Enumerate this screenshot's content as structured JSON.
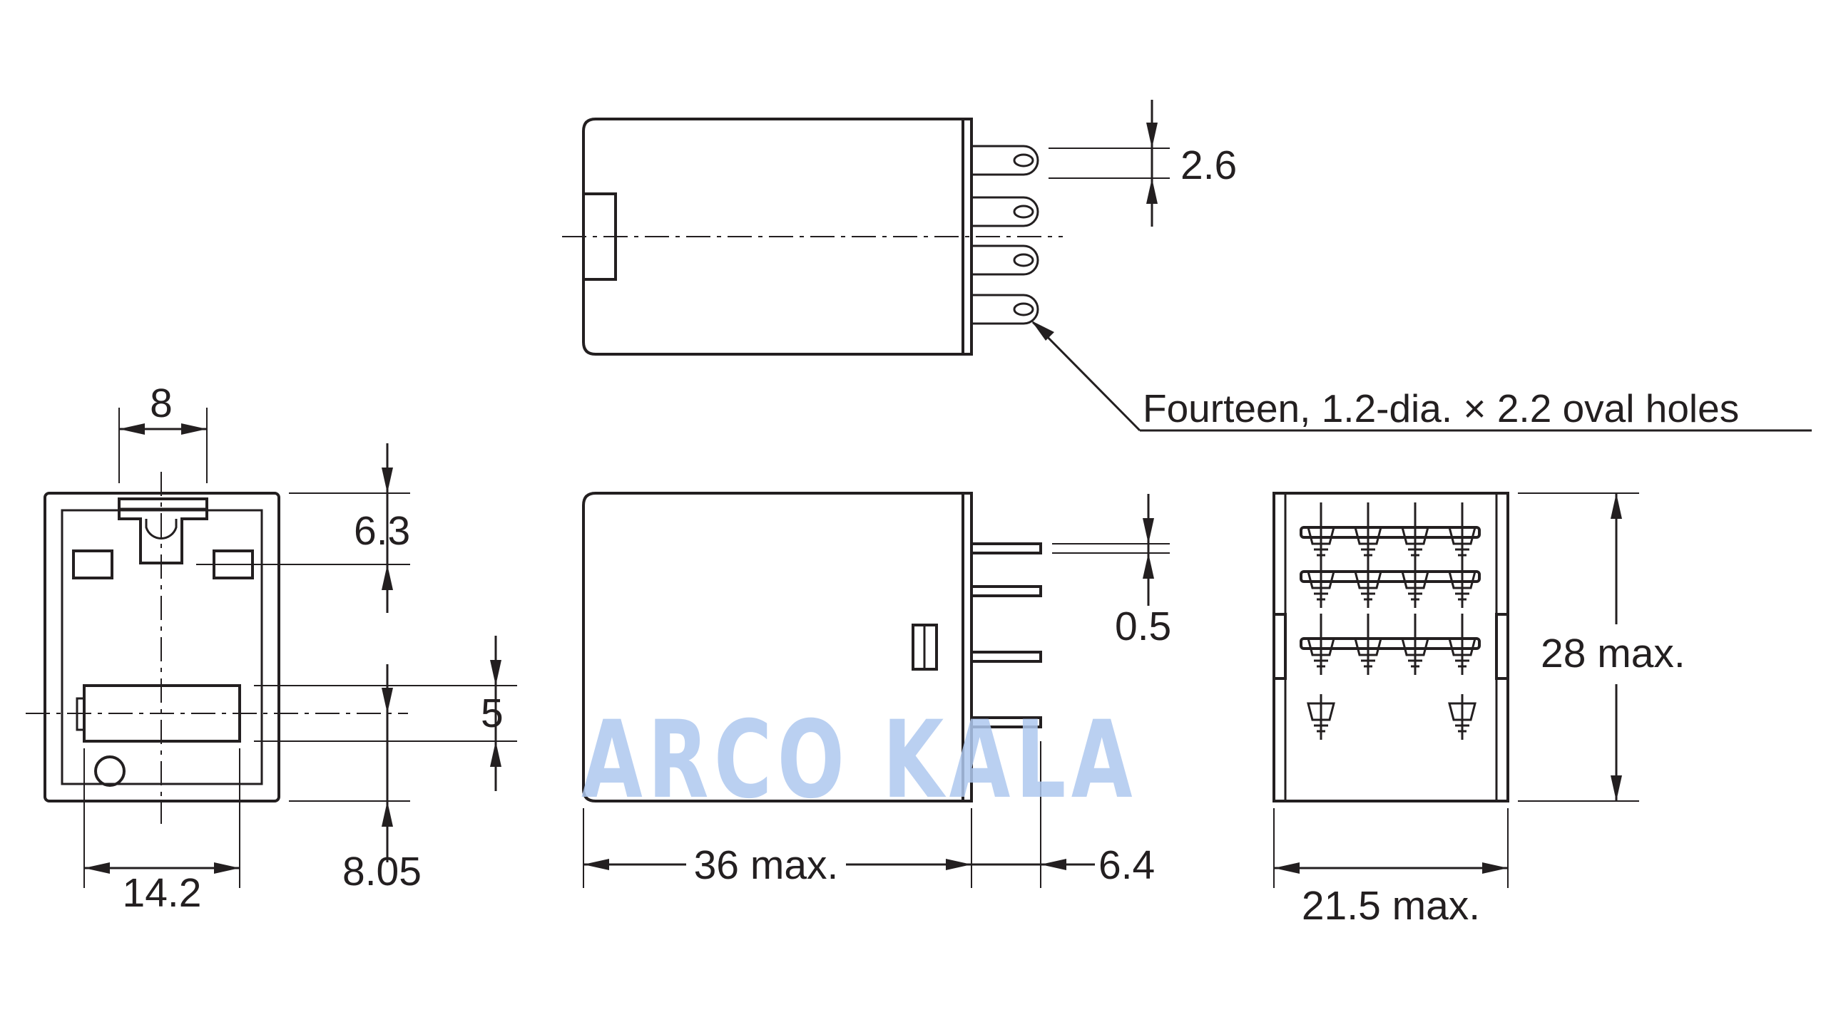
{
  "dimensions": {
    "top_pin_spacing": "2.6",
    "side_pin_thickness": "0.5",
    "front_tab_width": "8",
    "front_top_offset": "6.3",
    "front_coil_height": "5",
    "front_bottom_offset": "8.05",
    "front_coil_width": "14.2",
    "body_length": "36 max.",
    "pin_length": "6.4",
    "height": "28 max.",
    "width": "21.5 max."
  },
  "note": "Fourteen, 1.2-dia. × 2.2 oval holes",
  "watermark": "ARCO KALA",
  "colors": {
    "line": "#231f20",
    "watermark": "#aec8ef",
    "background": "#ffffff"
  }
}
